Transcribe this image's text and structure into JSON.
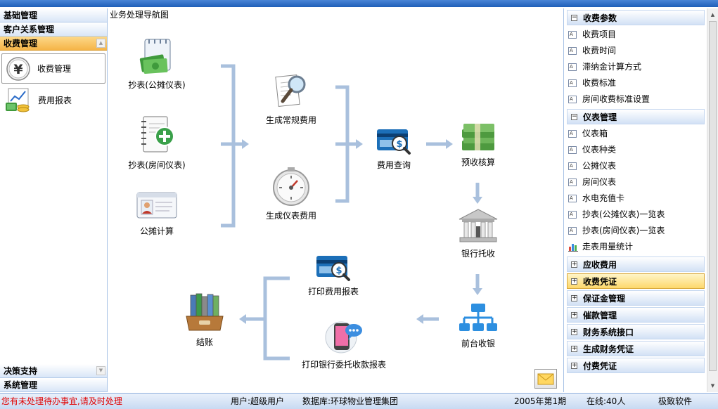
{
  "leftnav": {
    "headers_top": [
      "基础管理",
      "客户关系管理",
      "收费管理"
    ],
    "items": [
      {
        "label": "收费管理",
        "icon": "yen-icon"
      },
      {
        "label": "费用报表",
        "icon": "report-chart-icon"
      }
    ],
    "headers_bottom": [
      "决策支持",
      "系统管理"
    ]
  },
  "center": {
    "title": "业务处理导航图",
    "nodes": {
      "meter_shared": "抄表(公摊仪表)",
      "meter_room": "抄表(房间仪表)",
      "shared_calc": "公摊计算",
      "gen_regular": "生成常规费用",
      "gen_meter": "生成仪表费用",
      "fee_query": "费用查询",
      "prepay_check": "预收核算",
      "bank_collect": "银行托收",
      "front_collect": "前台收银",
      "print_fee_report": "打印费用报表",
      "print_bank_report": "打印银行委托收款报表",
      "close_account": "结账"
    }
  },
  "rightpanel": {
    "sections": [
      {
        "title": "收费参数",
        "expanded": true,
        "items": [
          "收费项目",
          "收费时间",
          "滞纳金计算方式",
          "收费标准",
          "房间收费标准设置"
        ]
      },
      {
        "title": "仪表管理",
        "expanded": true,
        "items": [
          "仪表箱",
          "仪表种类",
          "公摊仪表",
          "房间仪表",
          "水电充值卡",
          "抄表(公摊仪表)一览表",
          "抄表(房间仪表)一览表",
          "走表用量统计"
        ]
      },
      {
        "title": "应收费用",
        "expanded": false,
        "items": []
      },
      {
        "title": "收费凭证",
        "expanded": false,
        "highlighted": true,
        "items": []
      },
      {
        "title": "保证金管理",
        "expanded": false,
        "items": []
      },
      {
        "title": "催款管理",
        "expanded": false,
        "items": []
      },
      {
        "title": "财务系统接口",
        "expanded": false,
        "items": []
      },
      {
        "title": "生成财务凭证",
        "expanded": false,
        "items": []
      },
      {
        "title": "付费凭证",
        "expanded": false,
        "items": []
      }
    ]
  },
  "statusbar": {
    "warning": "您有未处理待办事宜,请及时处理",
    "user": "用户:超级用户",
    "database": "数据库:环球物业管理集团",
    "period": "2005年第1期",
    "online": "在线:40人",
    "vendor": "极致软件"
  },
  "colors": {
    "accent": "#1f5fb8",
    "flow_line": "#a9c0dd",
    "warning": "#e00000",
    "active_nav": "#f5b447"
  }
}
